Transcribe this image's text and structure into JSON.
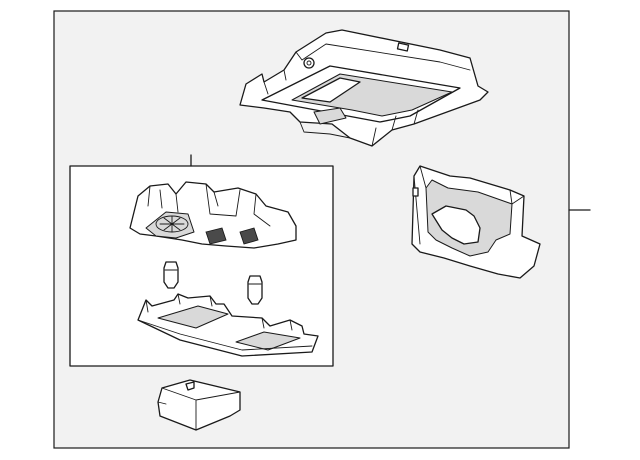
{
  "diagram": {
    "background_color": "#ffffff",
    "panel_color": "#f2f2f2",
    "line_color": "#1a1a1a",
    "parts": [
      {
        "name": "overhead-console-housing"
      },
      {
        "name": "lamp-assembly-box"
      },
      {
        "name": "lamp-housing"
      },
      {
        "name": "bulb-left"
      },
      {
        "name": "bulb-right"
      },
      {
        "name": "lamp-lens"
      },
      {
        "name": "side-bezel"
      },
      {
        "name": "small-cover"
      }
    ]
  }
}
